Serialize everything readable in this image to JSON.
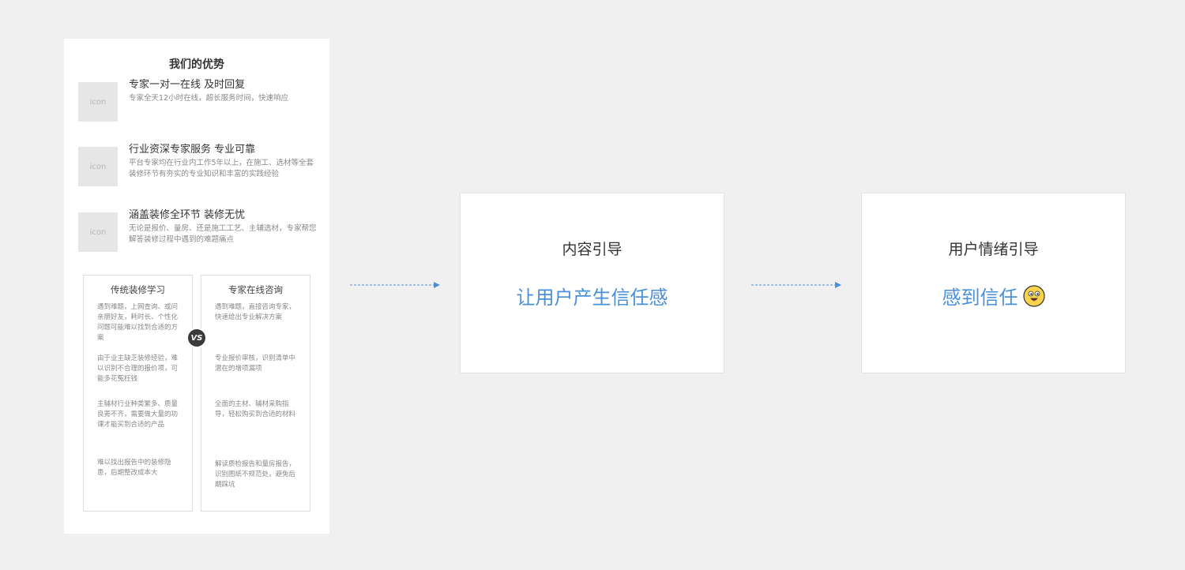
{
  "panel": {
    "title": "我们的优势",
    "advantages": [
      {
        "icon": "icon",
        "title": "专家一对一在线 及时回复",
        "desc": "专家全天12小时在线，超长服务时间，快速响应"
      },
      {
        "icon": "icon",
        "title": "行业资深专家服务 专业可靠",
        "desc": "平台专家均在行业内工作5年以上，在施工、选材等全套装修环节有夯实的专业知识和丰富的实践经验"
      },
      {
        "icon": "icon",
        "title": "涵盖装修全环节 装修无忧",
        "desc": "无论是报价、量房、还是施工工艺、主辅选材，专家帮您解答装修过程中遇到的难题痛点"
      }
    ],
    "compare": {
      "left": {
        "title": "传统装修学习",
        "items": [
          "遇到难题，上网查询、或问亲朋好友，耗时长、个性化问题可能难以找到合适的方案",
          "由于业主缺乏装修经验，难以识别不合理的报价项，可能多花冤枉钱",
          "主辅材行业种类繁多、质量良莠不齐，需要做大量的功课才能买到合适的产品",
          "难以找出报告中的装修隐患，后期整改成本大"
        ]
      },
      "vs": "VS",
      "right": {
        "title": "专家在线咨询",
        "items": [
          "遇到难题，直接咨询专家，快速给出专业解决方案",
          "专业报价审核，识别清单中潜在的增项漏项",
          "全面的主材、辅材采购指导，轻松购买到合适的材料",
          "解读质检报告和量房报告，识别图纸不规范处，避免后期踩坑"
        ]
      }
    }
  },
  "card1": {
    "title": "内容引导",
    "subtitle": "让用户产生信任感"
  },
  "card2": {
    "title": "用户情绪引导",
    "subtitle": "感到信任",
    "emoji": "smiling-face-icon"
  },
  "colors": {
    "accent": "#4a90d9",
    "arrow": "#4a90d9"
  }
}
